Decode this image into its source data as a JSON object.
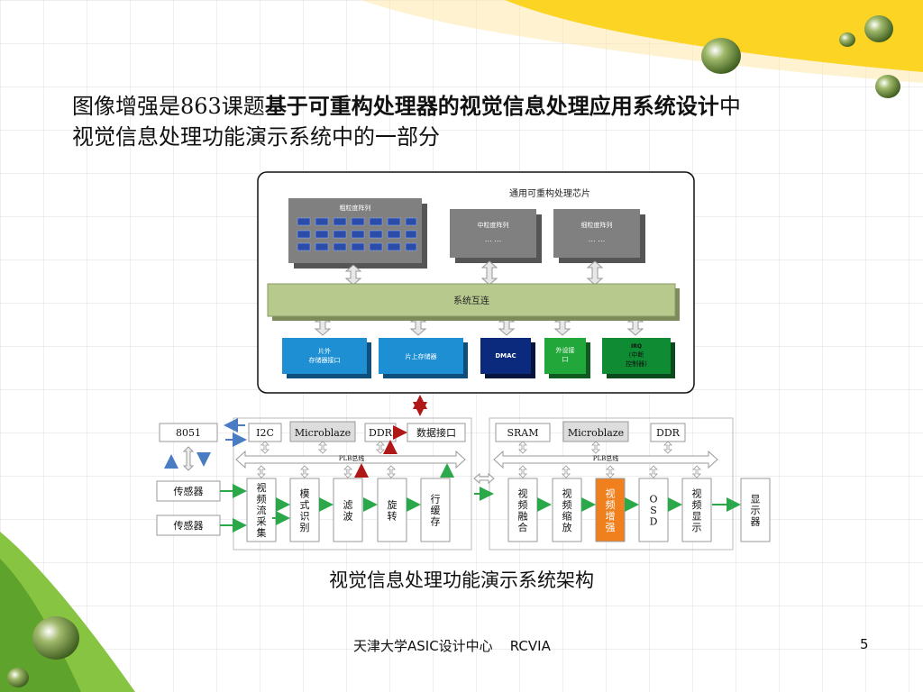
{
  "slide": {
    "title_prefix": "图像增强是863课题",
    "title_bold": "基于可重构处理器的视觉信息处理应用系统设计",
    "title_suffix_line1": "中",
    "title_line2": "视觉信息处理功能演示系统中的一部分",
    "caption": "视觉信息处理功能演示系统架构",
    "footer_text": "天津大学ASIC设计中心    RCVIA",
    "page_number": "5"
  },
  "chip": {
    "title": "通用可重构处理芯片",
    "coarse_label": "粗粒度阵列",
    "medium_label": "中粒度阵列",
    "medium_dots": "… …",
    "fine_label": "细粒度阵列",
    "fine_dots": "… …",
    "interconnect_label": "系统互连",
    "peripherals": {
      "ext_mem_line1": "片外",
      "ext_mem_line2": "存储器接口",
      "onchip_mem": "片上存储器",
      "dmac": "DMAC",
      "periph_if_line1": "外设接",
      "periph_if_line2": "口",
      "irq_line1": "IRQ",
      "irq_line2": "(中断",
      "irq_line3": "控制器)"
    }
  },
  "system": {
    "b8051": "8051",
    "i2c": "I2C",
    "mb_left": "Microblaze",
    "ddr_left": "DDR",
    "data_if": "数据接口",
    "sram": "SRAM",
    "mb_right": "Microblaze",
    "ddr_right": "DDR",
    "plb_left": "PLB总线",
    "plb_right": "PLB总线",
    "sensor1": "传感器",
    "sensor2": "传感器",
    "modules": [
      {
        "label": "视频流采集"
      },
      {
        "label": "模式识别"
      },
      {
        "label": "滤波"
      },
      {
        "label": "旋转"
      },
      {
        "label": "行缓存"
      },
      {
        "label": "视频融合"
      },
      {
        "label": "视频缩放"
      },
      {
        "label": "视频增强"
      },
      {
        "label": "OSD"
      },
      {
        "label": "视频显示"
      },
      {
        "label": "显示器"
      }
    ]
  },
  "colors": {
    "coarse_fill": "#808080",
    "interconnect_fill": "#b8c98e",
    "blue_box": "#1f8fd4",
    "dark_blue_box": "#0b2a7e",
    "green_box": "#22a83a",
    "dark_green_box": "#0f8c33",
    "highlight": "#f0801e",
    "corner_green": "#86c441",
    "corner_yellow": "#fcd423"
  }
}
